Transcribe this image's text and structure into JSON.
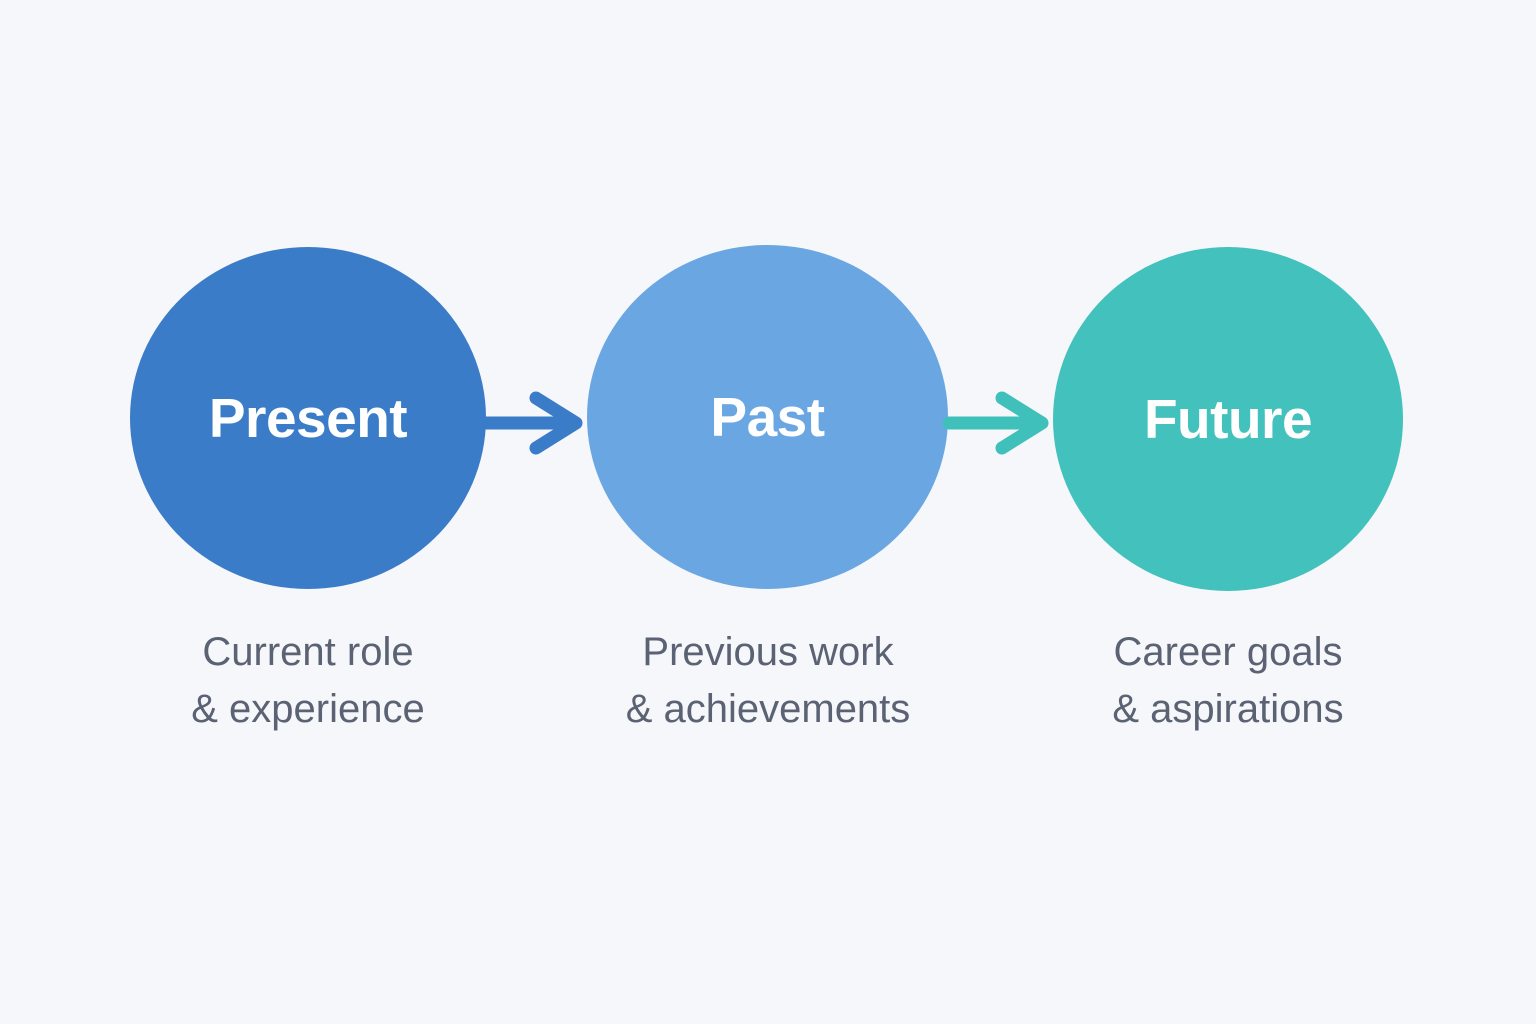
{
  "page": {
    "background": "#f6f7fa"
  },
  "diagram": {
    "node_label_color": "#ffffff",
    "caption_color": "#5b6273",
    "nodes": [
      {
        "id": "present",
        "label": "Present",
        "color": "#3b7cc8",
        "caption_line1": "Current role",
        "caption_line2": "& experience"
      },
      {
        "id": "past",
        "label": "Past",
        "color": "#6aa7e2",
        "caption_line1": "Previous work",
        "caption_line2": "& achievements"
      },
      {
        "id": "future",
        "label": "Future",
        "color": "#43c1bc",
        "caption_line1": "Career goals",
        "caption_line2": "& aspirations"
      }
    ],
    "arrows": [
      {
        "id": "present-to-past",
        "color": "#3b7cc8"
      },
      {
        "id": "past-to-future",
        "color": "#3fc0ba"
      }
    ]
  }
}
